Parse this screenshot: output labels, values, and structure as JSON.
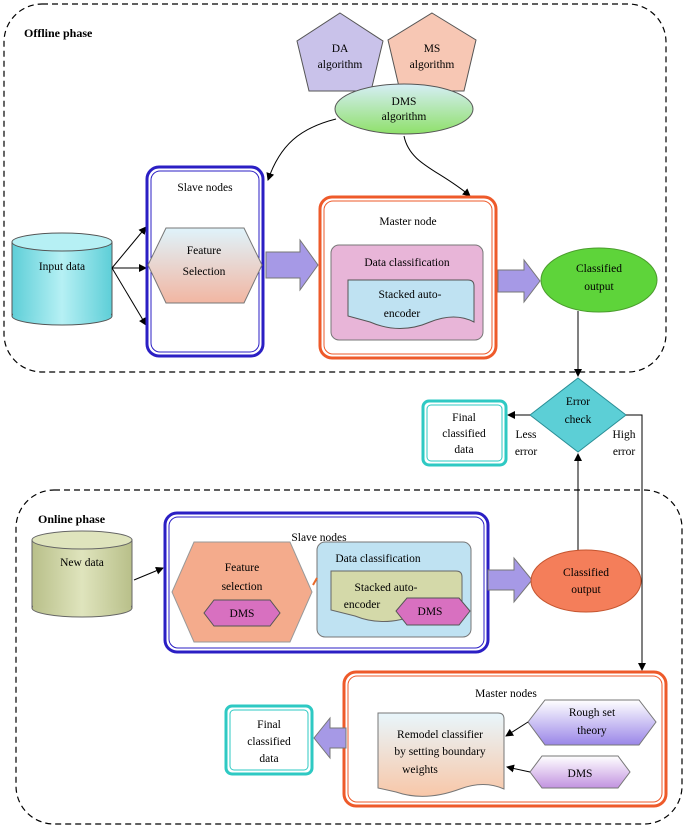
{
  "offline": {
    "phase_label": "Offline phase",
    "da_algorithm": [
      "DA",
      "algorithm"
    ],
    "ms_algorithm": [
      "MS",
      "algorithm"
    ],
    "dms_algorithm": [
      "DMS",
      "algorithm"
    ],
    "input_data": "Input data",
    "slave_nodes": "Slave nodes",
    "feature_selection": [
      "Feature",
      "Selection"
    ],
    "master_node": "Master node",
    "data_classification": "Data classification",
    "stacked_autoencoder": [
      "Stacked auto-",
      "encoder"
    ],
    "classified_output": [
      "Classified",
      "output"
    ]
  },
  "check": {
    "error_check": [
      "Error",
      "check"
    ],
    "less_error": [
      "Less",
      "error"
    ],
    "high_error": [
      "High",
      "error"
    ],
    "final_classified": [
      "Final",
      "classified",
      "data"
    ]
  },
  "online": {
    "phase_label": "Online phase",
    "new_data": "New data",
    "slave_nodes": "Slave nodes",
    "feature_selection": [
      "Feature",
      "selection"
    ],
    "dms_feature": "DMS",
    "data_classification": "Data classification",
    "stacked_autoencoder": [
      "Stacked auto-",
      "encoder"
    ],
    "dms_classifier": "DMS",
    "classified_output": [
      "Classified",
      "output"
    ],
    "master_nodes": "Master nodes",
    "remodel": [
      "Remodel classifier",
      "by setting boundary",
      "weights"
    ],
    "rough_set": [
      "Rough set",
      "theory"
    ],
    "dms_master": "DMS",
    "final_classified": [
      "Final",
      "classified",
      "data"
    ]
  }
}
